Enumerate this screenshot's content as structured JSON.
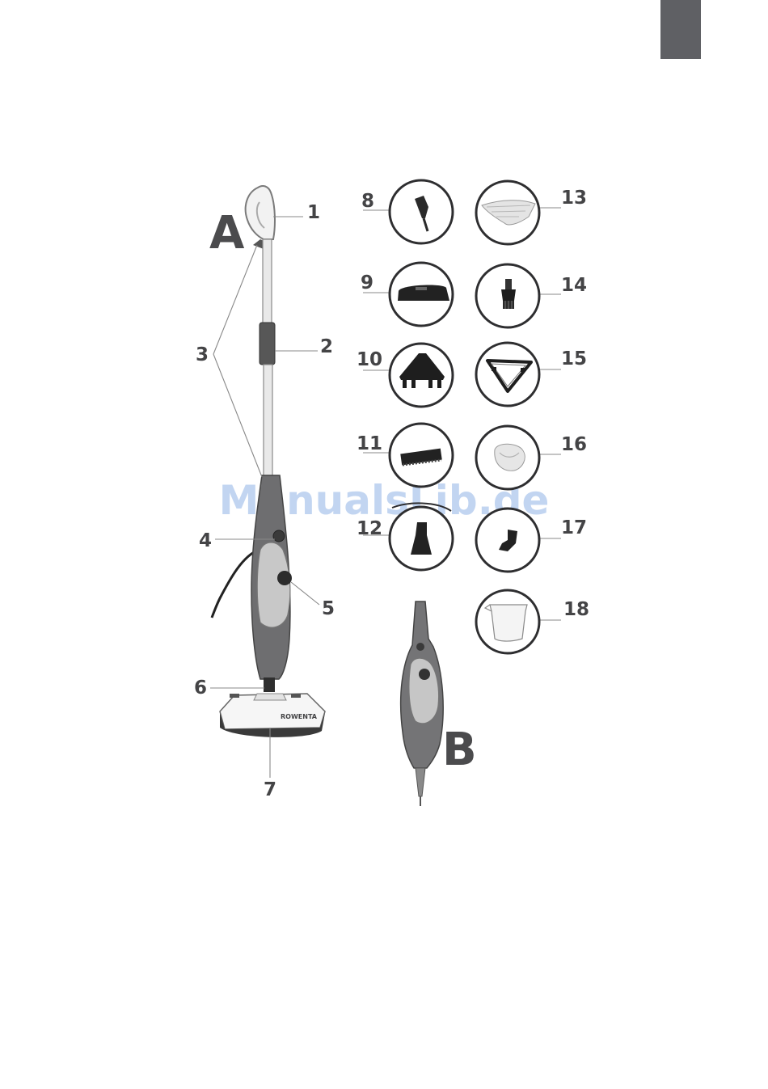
{
  "diagram": {
    "main_unit_label": "A",
    "handheld_unit_label": "B",
    "watermark": "ManualsLib.de",
    "base_brand_text": "ROWENTA",
    "parts": [
      {
        "number": "1",
        "icon": "handle-grip-icon"
      },
      {
        "number": "2",
        "icon": "pole-lock-icon"
      },
      {
        "number": "3",
        "icon": "cord-hook-icon"
      },
      {
        "number": "4",
        "icon": "steam-button-icon"
      },
      {
        "number": "5",
        "icon": "water-tank-cap-icon"
      },
      {
        "number": "6",
        "icon": "release-collar-icon"
      },
      {
        "number": "7",
        "icon": "floor-head-icon"
      }
    ],
    "accessories": [
      {
        "number": "8",
        "icon": "jet-nozzle-icon"
      },
      {
        "number": "9",
        "icon": "window-squeegee-icon"
      },
      {
        "number": "10",
        "icon": "triangle-brush-icon"
      },
      {
        "number": "11",
        "icon": "rectangular-brush-icon"
      },
      {
        "number": "12",
        "icon": "scraper-nozzle-icon"
      },
      {
        "number": "13",
        "icon": "triangular-cloth-icon"
      },
      {
        "number": "14",
        "icon": "round-brush-icon"
      },
      {
        "number": "15",
        "icon": "cloth-frame-icon"
      },
      {
        "number": "16",
        "icon": "terry-cover-icon"
      },
      {
        "number": "17",
        "icon": "angled-nozzle-icon"
      },
      {
        "number": "18",
        "icon": "measuring-cup-icon"
      }
    ]
  }
}
